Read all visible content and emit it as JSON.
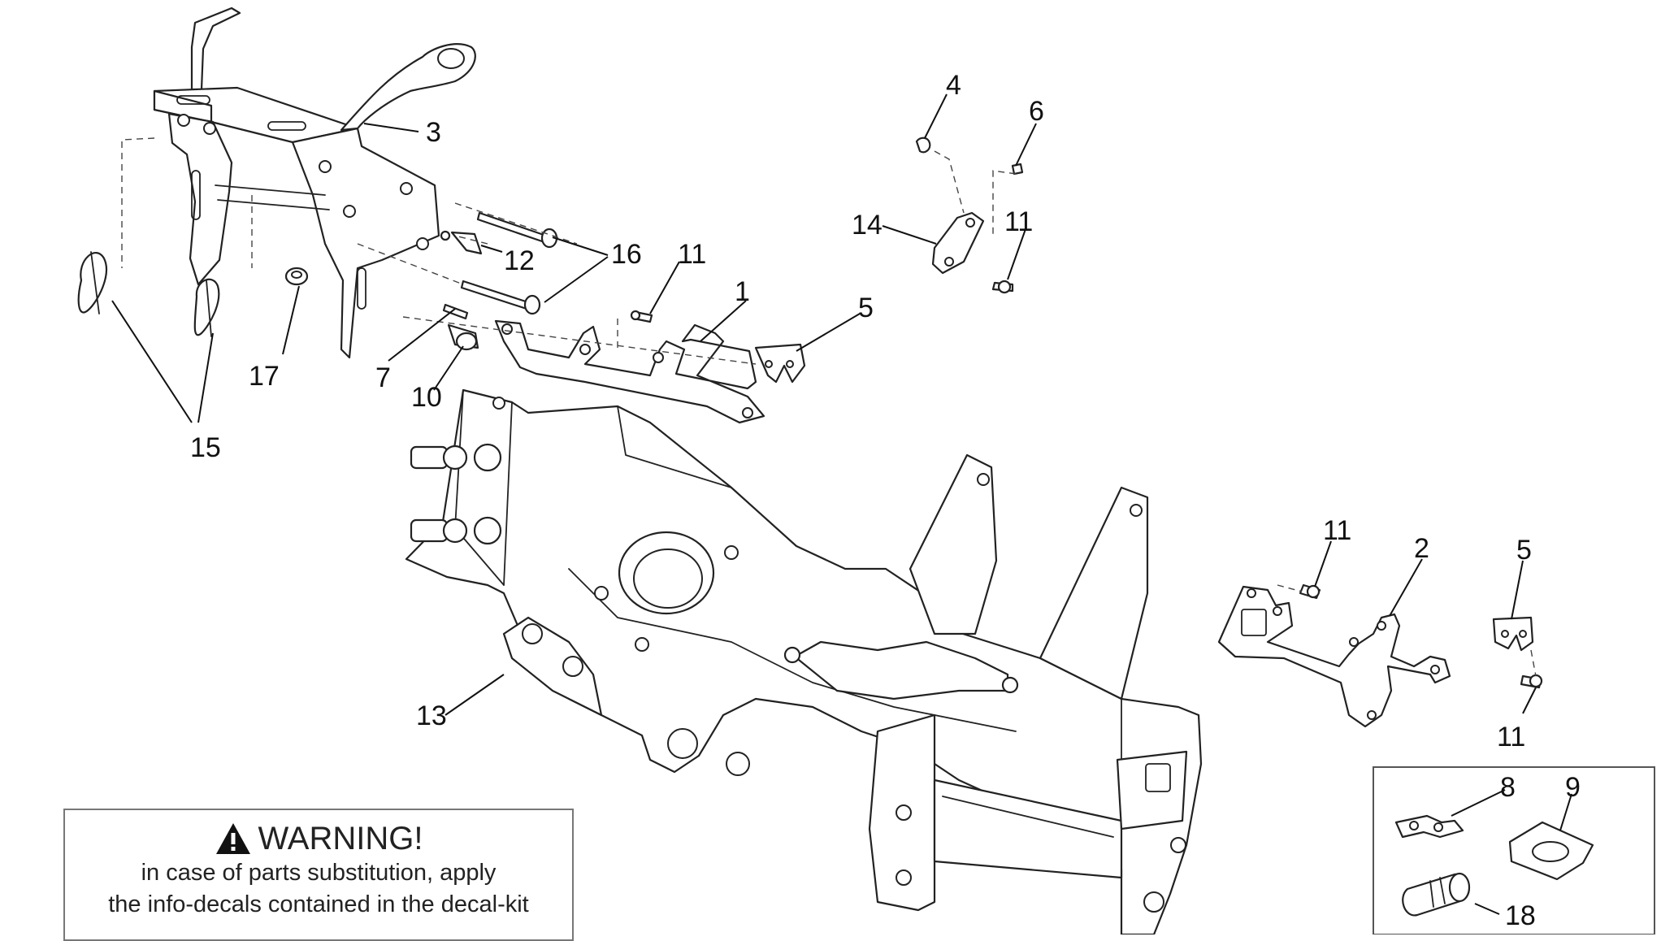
{
  "callouts": {
    "c1": "1",
    "c2": "2",
    "c3": "3",
    "c4": "4",
    "c5a": "5",
    "c5b": "5",
    "c6": "6",
    "c7": "7",
    "c8": "8",
    "c9": "9",
    "c10": "10",
    "c11a": "11",
    "c11b": "11",
    "c11c": "11",
    "c11d": "11",
    "c12": "12",
    "c13": "13",
    "c14": "14",
    "c15": "15",
    "c16": "16",
    "c17": "17",
    "c18": "18"
  },
  "warning": {
    "title": "WARNING!",
    "line1": "in case of parts substitution, apply",
    "line2": "the info-decals contained in the decal-kit"
  },
  "icons": {
    "warning": "warning-triangle-icon"
  }
}
